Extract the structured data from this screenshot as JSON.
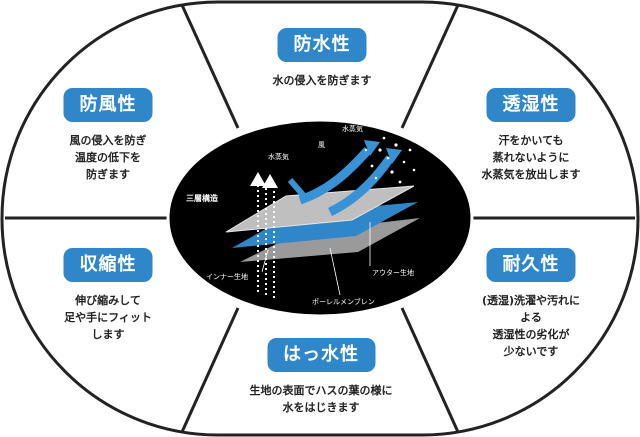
{
  "segments": {
    "top": {
      "title": "防水性",
      "desc": "水の侵入を防ぎます"
    },
    "top_left": {
      "title": "防風性",
      "desc": "風の侵入を防ぎ\n温度の低下を\n防ぎます"
    },
    "top_right": {
      "title": "透湿性",
      "desc": "汗をかいても\n蒸れないように\n水蒸気を放出します"
    },
    "bottom_left": {
      "title": "収縮性",
      "desc": "伸び縮みして\n足や手にフィット\nします"
    },
    "bottom_right": {
      "title": "耐久性",
      "desc": "(透湿)洗濯や汚れによる\n透湿性の劣化が\n少ないです"
    },
    "bottom": {
      "title": "はっ水性",
      "desc": "生地の表面でハスの葉の様に\n水をはじきます"
    }
  },
  "center": {
    "structure_label": "三層構造",
    "vapor_left": "水蒸気",
    "vapor_right": "水蒸気",
    "wind": "風",
    "inner_fabric": "インナー生地",
    "outer_fabric": "アウター生地",
    "membrane": "ポーレルメンブレン"
  },
  "colors": {
    "accent": "#2f86c8",
    "center_bg": "#000000",
    "frame": "#222222"
  }
}
